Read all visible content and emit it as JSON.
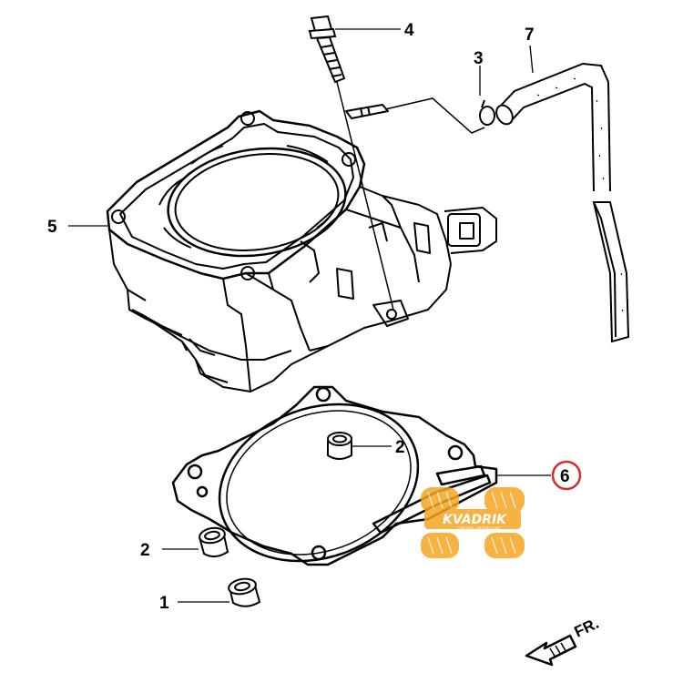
{
  "parts": [
    {
      "callout": "1",
      "name": "dowel-pin"
    },
    {
      "callout": "2",
      "name": "dowel-pin"
    },
    {
      "callout": "2",
      "name": "dowel-pin"
    },
    {
      "callout": "3",
      "name": "hose-clip"
    },
    {
      "callout": "4",
      "name": "bolt"
    },
    {
      "callout": "5",
      "name": "cylinder"
    },
    {
      "callout": "6",
      "name": "cylinder-gasket",
      "highlighted": true
    },
    {
      "callout": "7",
      "name": "breather-hose"
    }
  ],
  "direction_marker": "FR.",
  "watermark": {
    "text": "KVADRIK",
    "subtext": "CONTROL GROUP STAFF",
    "color": "#f5a623"
  },
  "colors": {
    "line": "#000000",
    "highlight": "#d62b2b",
    "watermark": "#f5a623"
  }
}
